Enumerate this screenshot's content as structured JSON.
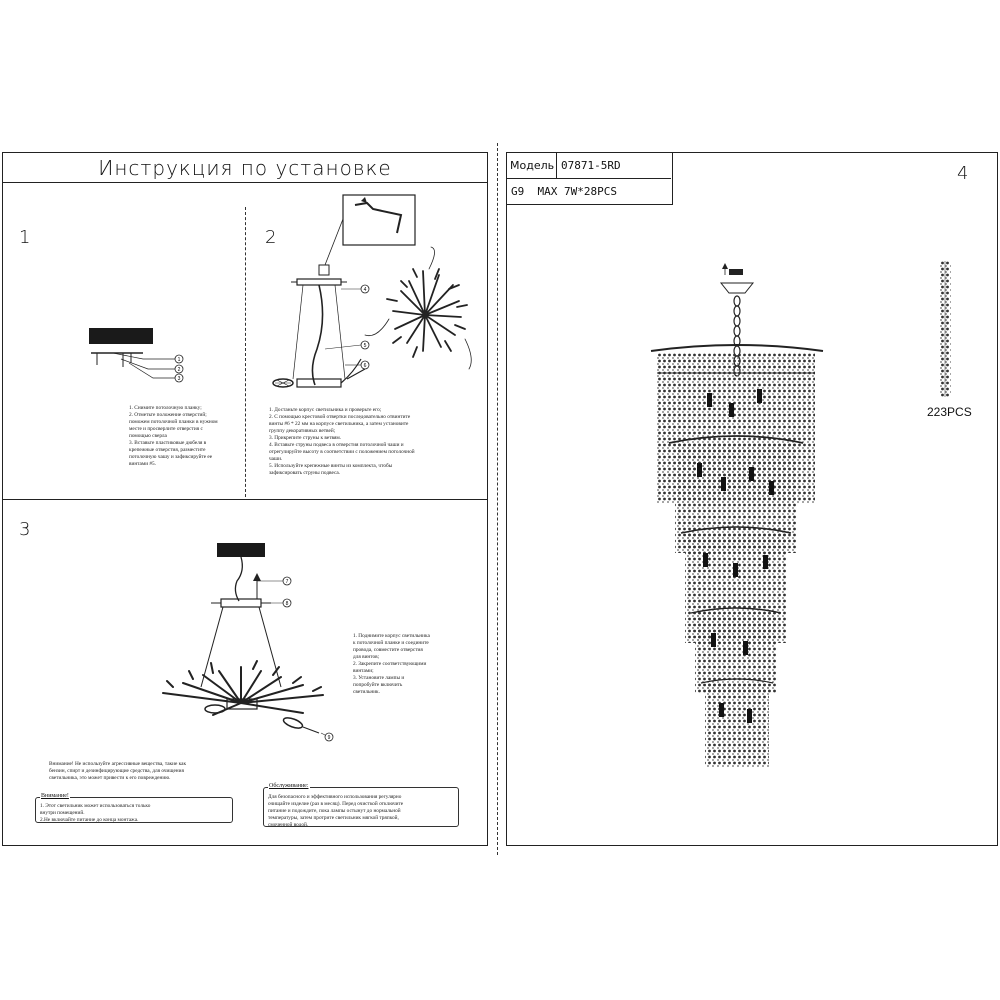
{
  "left_panel": {
    "title": "Инструкция по установке",
    "step1": {
      "number": "1",
      "callouts": [
        "1",
        "2",
        "3"
      ],
      "lines": [
        "1. Снимите потолочную планку;",
        "2. Отметьте положение отверстий;",
        "   поможем потолочной планки в нужном",
        "   месте и просверлите отверстия с",
        "   помощью сверла",
        "3. Вставьте пластиковые дюбеля в",
        "   крепежные отверстия, разместите",
        "   потолочную чашу и зафиксируйте ее",
        "   винтами #5."
      ]
    },
    "step2": {
      "number": "2",
      "callouts": [
        "4",
        "5",
        "6"
      ],
      "lines": [
        "1. Достаньте корпус светильника и проверьте его;",
        "2. С помощью крестовой отвертки последовательно отвинтите",
        "   винты #6 * 22 мм на корпусе светильника, а затем установите",
        "   группу декоративных ветвей;",
        "3. Прикрепите струны к ветвям.",
        "4. Вставьте струны подвеса в отверстия потолочной чаши и",
        "   отрегулируйте высоту в соответствии с положением потолочной",
        "   чаши.",
        "5. Используйте крепежные винты из комплекта, чтобы",
        "   зафиксировать струны подвеса."
      ]
    },
    "step3": {
      "number": "3",
      "callouts": [
        "7",
        "8",
        "9"
      ],
      "lines": [
        "1. Поднимите корпус светильника",
        "   к потолочной планке и соедините",
        "   провода, совместите отверстия",
        "   для винтов;",
        "2. Закрепите соответствующими",
        "   винтами;",
        "3. Установите лампы и",
        "   попробуйте включить",
        "   светильник."
      ]
    },
    "warning_text": [
      "Внимание! Не используйте агрессивные вещества, такие как",
      "бензин, спирт и дезинфицирующие средства, для очищения",
      "светильника, это может привести к его повреждению."
    ],
    "caution_box": {
      "heading": "Внимание!",
      "lines": [
        "1. Этот светильник может использоваться только",
        "   внутри помещений.",
        "2.Не включайте питание до конца монтажа."
      ]
    },
    "service_box": {
      "heading": "Обслуживание:",
      "lines": [
        "Для безопасного и эффективного использования регулярно",
        "очищайте изделие (раз в месяц). Перед очисткой отключите",
        "питание и подождите, пока лампы остынут до нормальной",
        "температуры, затем протрите светильник мягкой тряпкой,",
        "смоченной водой."
      ]
    }
  },
  "right_panel": {
    "number": "4",
    "model_label": "Модель",
    "model_value": "07871-5RD",
    "lamp_spec": "G9  MAX 7W*28PCS",
    "crystal_count": "223PCS"
  }
}
